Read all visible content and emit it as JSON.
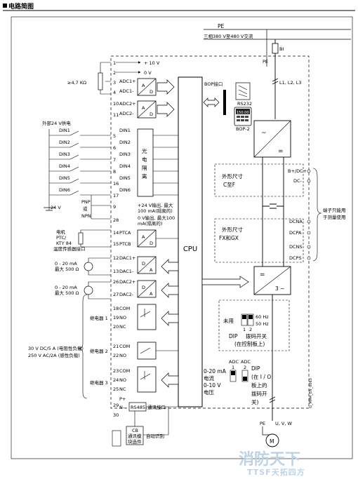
{
  "title": "电路简图",
  "power": {
    "pe": "PE",
    "supply": "三相380 V至480 V交流",
    "breaker": "BI",
    "pe_label": "PE",
    "lines": "L1, L2, L3"
  },
  "analog_in": {
    "v10": "+ 10 V",
    "v0": "0 V",
    "resistor": "≥4,7 KΩ",
    "adc1p": "ADC1+",
    "adc1m": "ADC1-",
    "adc2p": "ADC2+",
    "adc2m": "ADC2-",
    "n1": "1",
    "n2": "2",
    "n3": "3",
    "n4": "4",
    "n10": "10",
    "n11": "11"
  },
  "digital_in": {
    "supply_label": "外部24 V供电",
    "din1": "DIN1",
    "din2": "DIN2",
    "din3": "DIN3",
    "din4": "DIN4",
    "din5": "DIN5",
    "din6": "DIN6",
    "n5": "5",
    "n6": "6",
    "n7": "7",
    "n8": "8",
    "n16": "16",
    "n17": "17",
    "n9": "9",
    "n28": "28",
    "pnp": "PNP",
    "or": "或",
    "npn": "NPN",
    "v24": "24 V",
    "iso_1": "光",
    "iso_2": "电",
    "iso_3": "隔",
    "iso_4": "离",
    "out24_1": "+24 V输出, 最大",
    "out24_2": "100 mA(隔离的)",
    "out0_1": "0 V输出, 最大100",
    "out0_2": "mA(隔离的)"
  },
  "ptc": {
    "label1": "电机",
    "label2": "PTC/",
    "label3": "KTY 84",
    "label4": "温度传感器接口",
    "ptca": "PTCA",
    "ptcb": "PTCB",
    "n14": "14",
    "n15": "15"
  },
  "analog_out": {
    "range1": "0 - 20 mA",
    "max1": "最大 500 Ω",
    "dac1p": "DAC1+",
    "dac1m": "DAC1-",
    "n12": "12",
    "n13": "13",
    "range2": "0 - 20 mA",
    "max2": "最大 500 Ω",
    "dac2p": "DAC2+",
    "dac2m": "DAC2-",
    "n26": "26",
    "n27": "27"
  },
  "relays": {
    "relay1": "继电器 1",
    "relay2": "继电器 2",
    "relay3": "继电器 3",
    "com": "COM",
    "no": "NO",
    "nc": "NC",
    "n18": "18",
    "n19": "19",
    "n20": "20",
    "n21": "21",
    "n22": "22",
    "n23": "23",
    "n24": "24",
    "n25": "25",
    "rating1": "30 V DC/5 A (电阻性负载)",
    "rating2": "250 V AC/2A (感性负载)"
  },
  "rs485": {
    "pplus": "P+",
    "nminus": "N-",
    "n29": "29",
    "n30": "30",
    "label": "RS485",
    "iface": "通讯接口",
    "module1": "CB",
    "module2": "通讯模",
    "module3": "块选件",
    "auto": "自动识别"
  },
  "cpu": {
    "label": "CPU",
    "a": "A",
    "d": "D"
  },
  "bop": {
    "iface": "BOP接口",
    "rs232": "RS232",
    "display": "150.00",
    "bop2": "BOP-2"
  },
  "inverter": {
    "rect_top": "~",
    "rect_bot": "=",
    "bplus": "B+/DC+",
    "dcm": "DC-",
    "dcna": "DCNA",
    "dcpa": "DCPA",
    "dcns": "DCNS",
    "dcps": "DCPS",
    "frame_cf_1": "外形尺寸",
    "frame_cf_2": "C至F",
    "frame_fx_1": "外形尺寸",
    "frame_fx_2": "FX和GX",
    "brake_1": "端子只能用",
    "brake_2": "于测量使用",
    "inv_top": "=",
    "inv_bot": "3 ~"
  },
  "dip": {
    "unused": "未用",
    "hz60": "60 Hz",
    "hz50": "50 Hz",
    "d1": "1",
    "d2": "2",
    "dip_1": "DIP",
    "dip_2": "拨码开关",
    "dip_3": "(在控制板上)",
    "adc_a": "ADC",
    "adc_b": "ADC",
    "a1": "1",
    "a2": "2",
    "cur_1": "0-20 mA",
    "cur_2": "电流",
    "vol_1": "0-10 V",
    "vol_2": "电压",
    "io_1": "DIP",
    "io_2": "(在 I / O",
    "io_3": "板上的",
    "io_4": "拨码开",
    "io_5": "关)"
  },
  "motor": {
    "pe": "PE",
    "uvw": "U, V, W",
    "m": "M"
  },
  "code": "G_MM4_EN_0063",
  "watermark": {
    "main": "消防天下",
    "sub": "TTSF天拓四方"
  }
}
